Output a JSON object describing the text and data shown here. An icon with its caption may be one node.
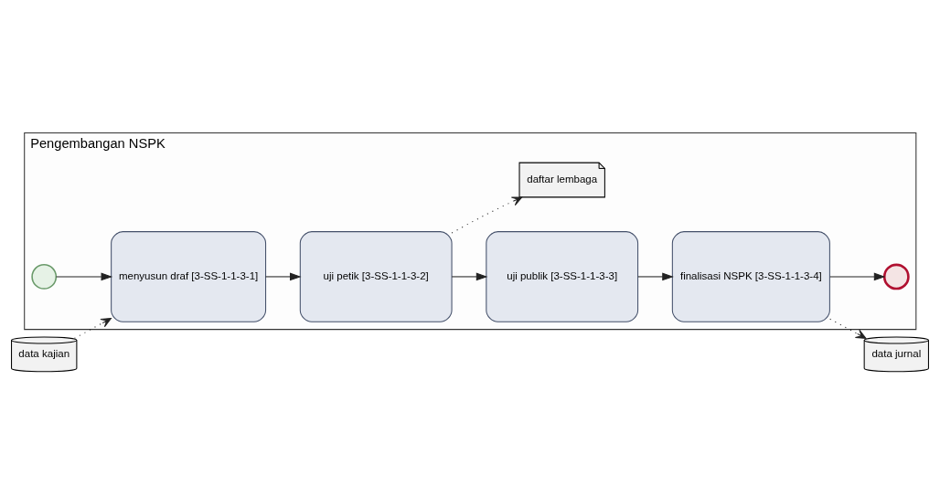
{
  "diagram": {
    "nodes": [
      {
        "text": [
          "Pengembangan NSPK"
        ]
      },
      {
        "text": [],
        "shape": "circle",
        "in": 0
      },
      {
        "text": [
          "menyusun draf [3-SS-1-1-3-1]"
        ],
        "in": 0
      },
      {
        "text": [
          "uji petik [3-SS-1-1-3-2]"
        ],
        "in": 0
      },
      {
        "text": [
          "uji publik [3-SS-1-1-3-3]"
        ],
        "in": 0
      },
      {
        "text": [
          "finalisasi NSPK [3-SS-1-1-3-4]"
        ],
        "in": 0
      },
      {
        "text": [],
        "shape": "circle",
        "in": 0
      },
      {
        "text": [
          "data kajian"
        ]
      },
      {
        "text": [
          "daftar lembaga"
        ],
        "in": 0
      },
      {
        "text": [
          "data jurnal"
        ]
      }
    ],
    "edges": [
      {
        "from": 1,
        "to": 2,
        "arrow": "to"
      },
      {
        "from": 2,
        "to": 3,
        "arrow": "to"
      },
      {
        "from": 3,
        "to": 4,
        "arrow": "to"
      },
      {
        "from": 4,
        "to": 5,
        "arrow": "to"
      },
      {
        "from": 5,
        "to": 6,
        "arrow": "to"
      },
      {
        "from": 7,
        "to": 2,
        "arrow": "to",
        "style": "dashed"
      },
      {
        "from": 3,
        "to": 8,
        "arrow": "to",
        "style": "dashed"
      },
      {
        "from": 5,
        "to": 9,
        "arrow": "to",
        "style": "dashed"
      }
    ]
  }
}
